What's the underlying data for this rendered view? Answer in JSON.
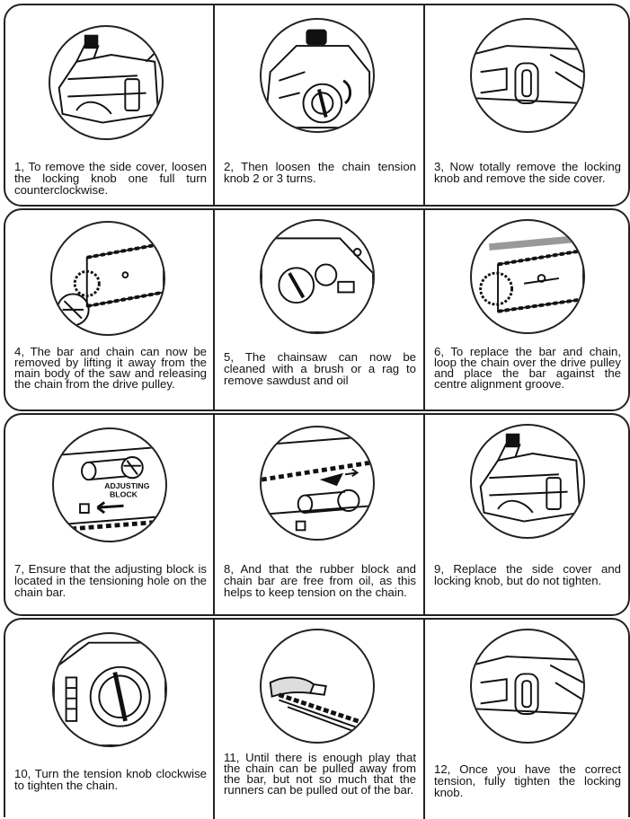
{
  "steps": [
    {
      "num": "1",
      "text": "1, To remove the side cover, loosen the locking knob one full turn counterclockwise."
    },
    {
      "num": "2",
      "text": "2, Then loosen the chain tension knob 2 or 3 turns."
    },
    {
      "num": "3",
      "text": "3, Now totally remove the locking knob and remove the side cover."
    },
    {
      "num": "4",
      "text": "4, The bar and chain can now be removed by lifting it away from the main body of the saw and releasing the chain from the drive pulley."
    },
    {
      "num": "5",
      "text": "5, The chainsaw can now be cleaned with a brush or a rag to remove sawdust and oil"
    },
    {
      "num": "6",
      "text": "6, To replace the bar and chain, loop the chain over the drive pulley and place the bar against the centre alignment groove."
    },
    {
      "num": "7",
      "text": "7, Ensure that the adjusting block is located in the tensioning hole on the chain bar."
    },
    {
      "num": "8",
      "text": "8, And that the rubber block and chain bar are free from oil, as this helps to keep tension on the chain."
    },
    {
      "num": "9",
      "text": "9, Replace the side cover and locking knob, but do not tighten."
    },
    {
      "num": "10",
      "text": "10, Turn the tension knob clockwise to tighten the chain."
    },
    {
      "num": "11",
      "text": "11, Until there is enough play that the chain can be pulled away from the bar, but not so much that the runners can be pulled out of the bar."
    },
    {
      "num": "12",
      "text": "12, Once you have the correct tension, fully tighten the locking knob."
    }
  ],
  "figure_labels": {
    "adjusting_block_line1": "ADJUSTING",
    "adjusting_block_line2": "BLOCK"
  }
}
